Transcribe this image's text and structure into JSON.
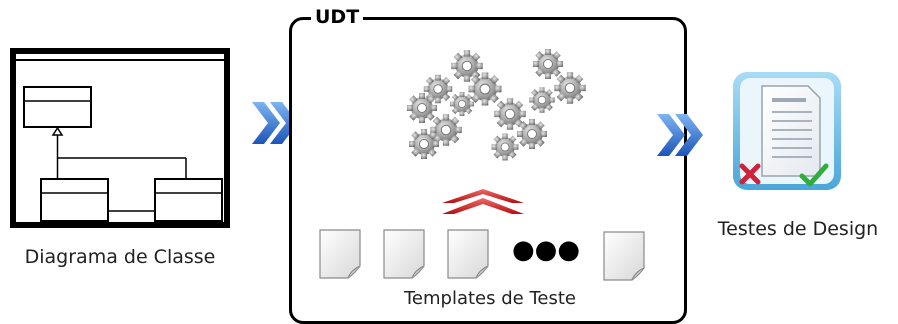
{
  "class_diagram": {
    "label": "Diagrama de Classe"
  },
  "udt": {
    "title": "UDT",
    "templates_label": "Templates de Teste",
    "ellipsis": "●●●"
  },
  "design_tests": {
    "label": "Testes de Design"
  },
  "colors": {
    "arrow_blue": "#2a6fd1",
    "arrow_red": "#d51d1d",
    "gear_gray": "#9a9a9a",
    "cross_red": "#d0233a",
    "check_green": "#2fae3a",
    "doc_frame": "#7cc4e9"
  },
  "icons": [
    "double-chevron-right-icon",
    "gears-icon",
    "double-chevron-up-icon",
    "document-icon",
    "checklist-icon",
    "cross-icon",
    "check-icon"
  ]
}
